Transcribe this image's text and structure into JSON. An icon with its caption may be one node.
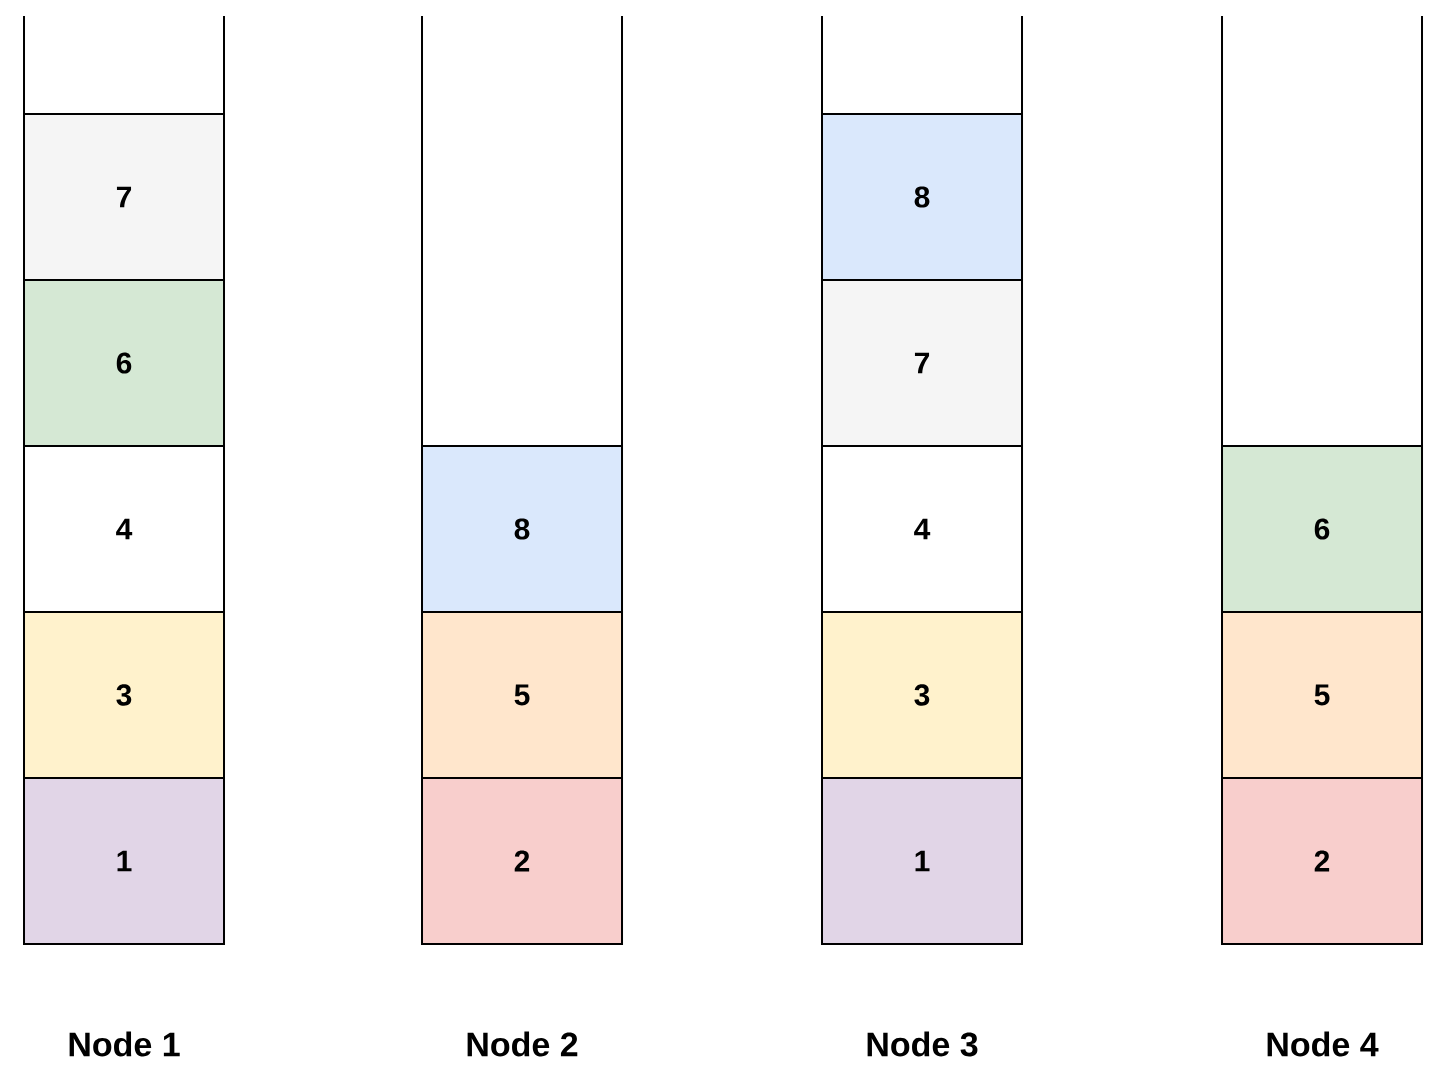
{
  "diagram": {
    "nodes": [
      {
        "text": [
          "Node 1"
        ]
      },
      {
        "text": [
          "7"
        ],
        "in": 0
      },
      {
        "text": [
          "6"
        ],
        "in": 0
      },
      {
        "text": [
          "4"
        ],
        "in": 0
      },
      {
        "text": [
          "3"
        ],
        "in": 0
      },
      {
        "text": [
          "1"
        ],
        "in": 0
      },
      {
        "text": [
          "Node 2"
        ]
      },
      {
        "text": [
          "8"
        ],
        "in": 6
      },
      {
        "text": [
          "5"
        ],
        "in": 6
      },
      {
        "text": [
          "2"
        ],
        "in": 6
      },
      {
        "text": [
          "Node 3"
        ]
      },
      {
        "text": [
          "8"
        ],
        "in": 10
      },
      {
        "text": [
          "7"
        ],
        "in": 10
      },
      {
        "text": [
          "4"
        ],
        "in": 10
      },
      {
        "text": [
          "3"
        ],
        "in": 10
      },
      {
        "text": [
          "1"
        ],
        "in": 10
      },
      {
        "text": [
          "Node 4"
        ]
      },
      {
        "text": [
          "6"
        ],
        "in": 16
      },
      {
        "text": [
          "5"
        ],
        "in": 16
      },
      {
        "text": [
          "2"
        ],
        "in": 16
      }
    ]
  }
}
